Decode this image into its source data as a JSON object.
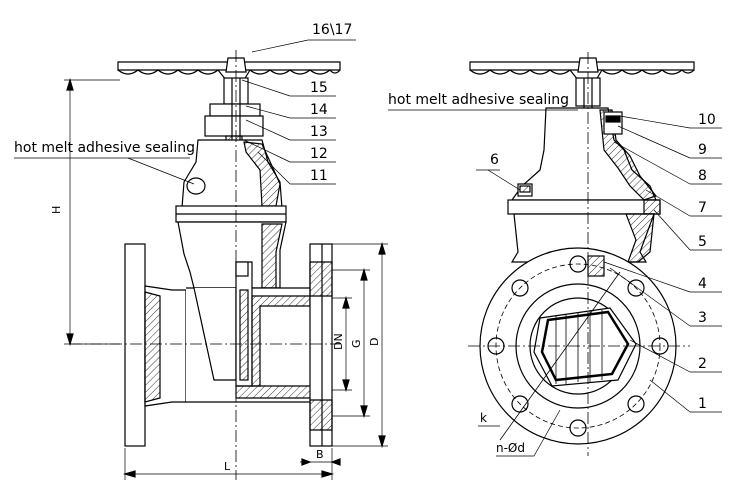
{
  "left_view": {
    "callouts": [
      "16\\17",
      "15",
      "14",
      "13",
      "12",
      "11"
    ],
    "note": "hot melt adhesive sealing",
    "dimensions": {
      "height": "H",
      "length": "L",
      "flange_thickness": "B",
      "nominal": "DN",
      "raised_face": "G",
      "outer": "D"
    }
  },
  "right_view": {
    "callouts": [
      "10",
      "9",
      "8",
      "7",
      "5",
      "4",
      "3",
      "2",
      "1"
    ],
    "callout_left": "6",
    "note": "hot melt adhesive sealing",
    "dimensions": {
      "bolt_circle": "k",
      "holes": "n-Ød"
    }
  }
}
